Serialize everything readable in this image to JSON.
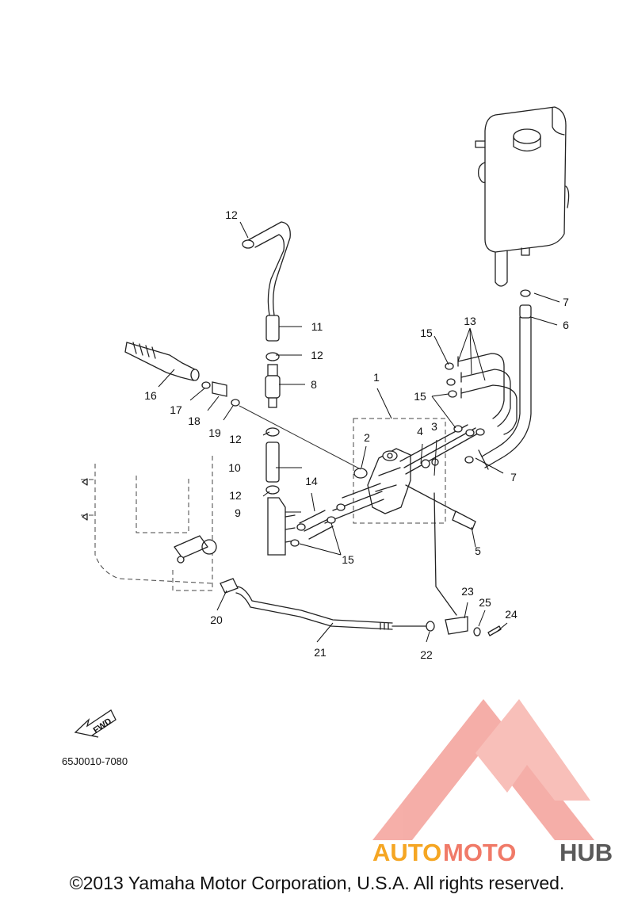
{
  "diagram": {
    "part_code": "65J0010-7080",
    "fwd_label": "FWD",
    "callouts": [
      "1",
      "2",
      "3",
      "4",
      "5",
      "6",
      "7",
      "8",
      "9",
      "10",
      "11",
      "12",
      "13",
      "14",
      "15",
      "16",
      "17",
      "18",
      "19",
      "20",
      "21",
      "22",
      "23",
      "24",
      "25"
    ]
  },
  "watermark": {
    "part1": "AUTO",
    "part2": "MOTO",
    "part3": "HUB",
    "colors": {
      "auto": "#f5a623",
      "moto": "#f07a68",
      "hub": "#5a5a5a",
      "logo": "#f4a19a"
    }
  },
  "footer": {
    "copyright": "©2013 Yamaha Motor Corporation, U.S.A. All rights reserved."
  }
}
